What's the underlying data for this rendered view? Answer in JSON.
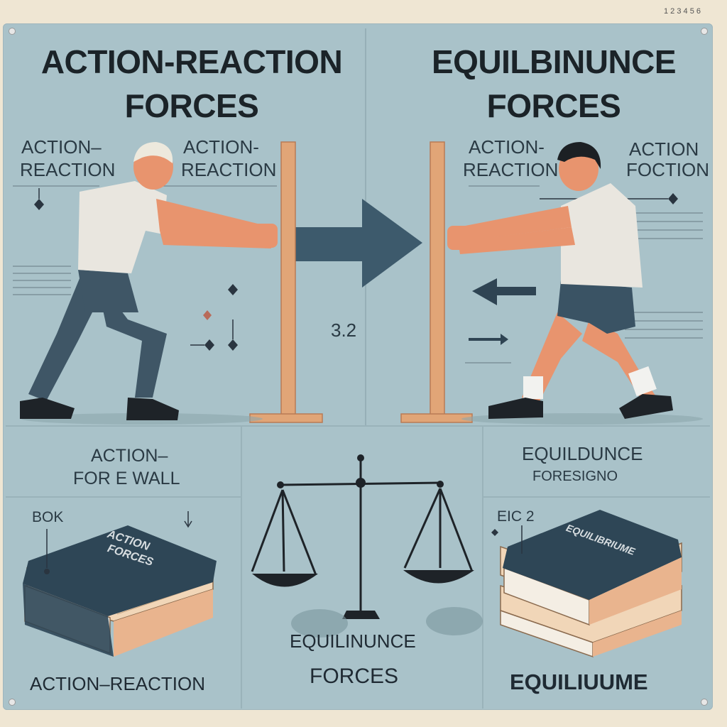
{
  "corner_mark": "1 2 3 4 5 6",
  "left_title": [
    "ACTION-REACTION",
    "FORCES"
  ],
  "right_title": [
    "EQUILBINUNCE",
    "FORCES"
  ],
  "left_labels": {
    "a": [
      "ACTION–",
      "REACTION"
    ],
    "b": [
      "ACTION-",
      "REACTION"
    ]
  },
  "right_labels": {
    "a": [
      "ACTION-",
      "REACTION"
    ],
    "b": [
      "ACTION",
      "FOCTION"
    ]
  },
  "center_number": "3.2",
  "bottom": {
    "left_caption": [
      "ACTION–",
      "FOR E WALL"
    ],
    "left_tag": "BOK",
    "left_book_title": [
      "ACTION",
      "FORCES"
    ],
    "left_footer": "ACTION–REACTION",
    "center_caption": [
      "EQUILINUNCE",
      "FORCES"
    ],
    "right_caption": [
      "EQUILDUNCE",
      "FORESIGNO"
    ],
    "right_tag": "EIC 2",
    "right_book_title": "EQUILIBRIUME",
    "right_footer": "EQUILIUUME"
  },
  "colors": {
    "background": "#a9c2c9",
    "arrow": "#3d5a6c",
    "post": "#e1a577",
    "book_cover": "#2e4656",
    "shirt": "#e9e6df",
    "skin": "#e8946e"
  }
}
